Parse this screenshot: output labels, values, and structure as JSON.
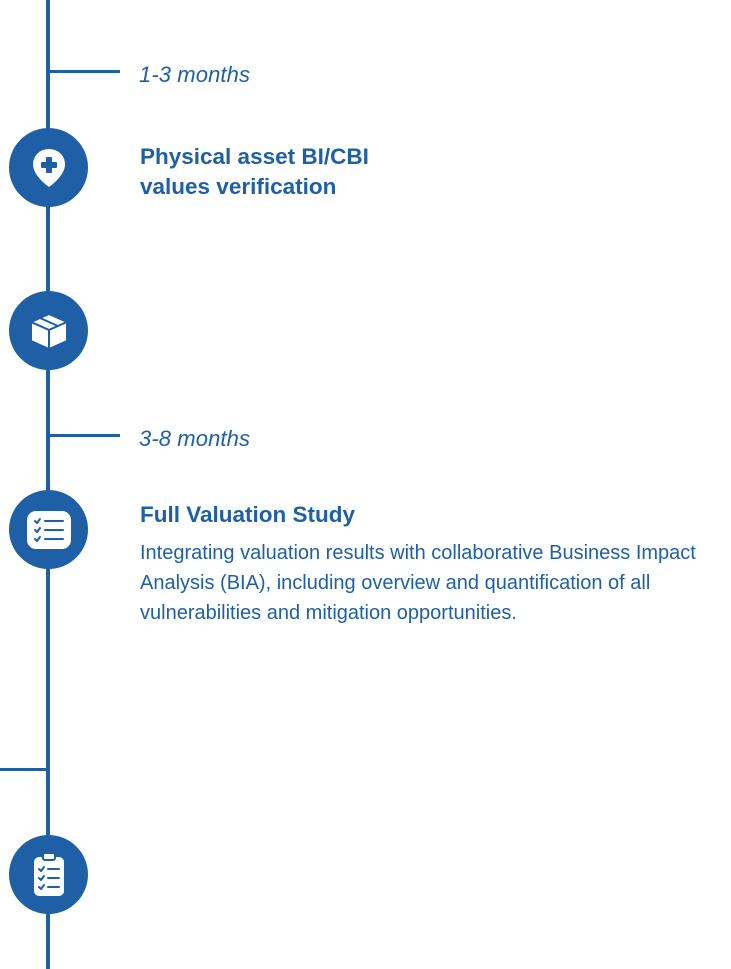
{
  "colors": {
    "primary": "#1f5fa6",
    "background": "#ffffff"
  },
  "timeline": {
    "periods": [
      {
        "label": "1-3 months"
      },
      {
        "label": "3-8 months"
      }
    ],
    "steps": [
      {
        "icon": "location-plus-icon",
        "title_lines": [
          "Physical asset BI/CBI",
          "values verification"
        ]
      },
      {
        "icon": "box-icon"
      },
      {
        "icon": "checklist-icon",
        "title": "Full Valuation Study",
        "description": "Integrating valuation results with collaborative Business Impact Analysis (BIA), including overview and quantification of all vulnerabilities and mitigation opportunities."
      },
      {
        "icon": "clipboard-icon"
      }
    ]
  }
}
